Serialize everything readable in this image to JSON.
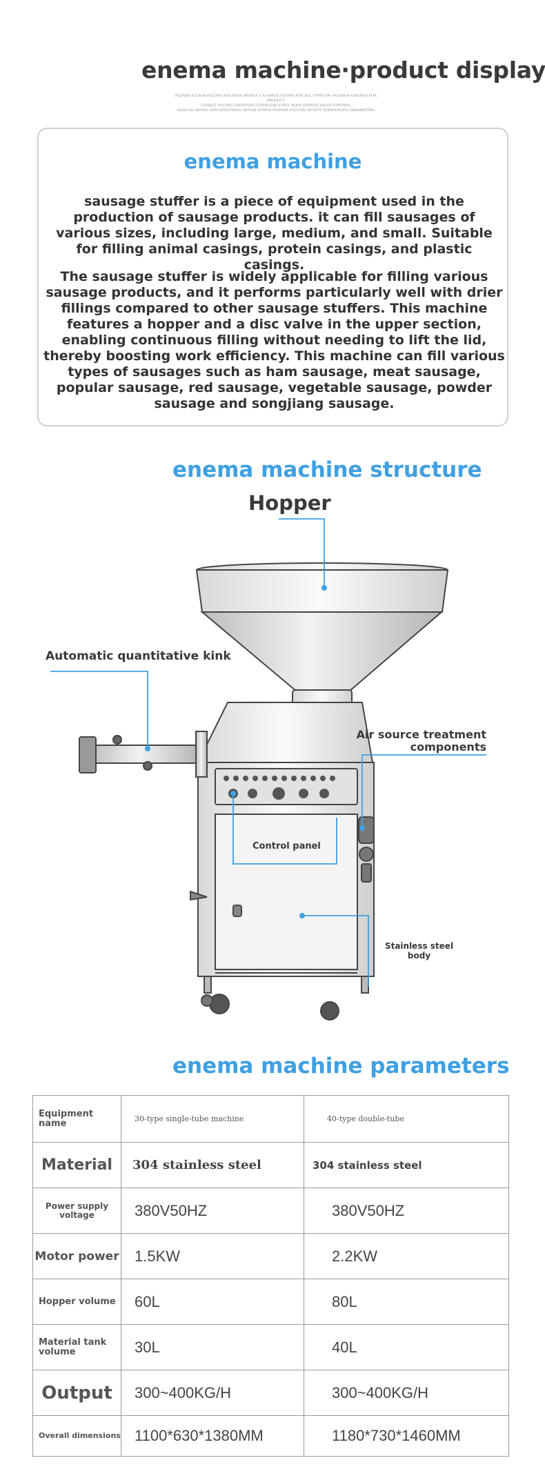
{
  "header": {
    "title": "enema machine·product display",
    "fineprint": [
      "PLEASE ACCESS FILLING MACHINE PRODUCT & APPLICATIONS FOR ALL TYPES OF SAUSAGE CASINGS FOR PRODUCT",
      "VISIBLE FILLING SMOOTHLY STAINLESS STEEL BODY HOPPER VALVE CONTROL",
      "MANUAL DETAIL SPECIFICATIONS MOTOR POWER HOPPER VOLUME OUTPUT DIMENSIONS PARAMETERS"
    ]
  },
  "intro": {
    "heading": "enema machine",
    "paragraph1": "sausage stuffer is a piece of equipment used in the production of sausage products. it can fill sausages of various sizes, including large, medium, and small. Suitable for filling animal casings, protein casings, and plastic casings.",
    "paragraph2": "The sausage stuffer is widely applicable for filling various sausage products, and it performs particularly well with drier fillings compared to other sausage stuffers. This machine features a hopper and a disc valve in the upper section, enabling continuous filling without needing to lift the lid, thereby boosting work efficiency. This machine can fill various types of sausages such as ham sausage, meat sausage, popular sausage, red sausage, vegetable sausage, powder sausage and songjiang sausage."
  },
  "structure": {
    "heading": "enema machine structure",
    "hopper": "Hopper",
    "kink": "Automatic quantitative kink",
    "air_source": "Air source treatment components",
    "control_panel": "Control panel",
    "body": "Stainless steel body",
    "accent_color": "#3fa0e2"
  },
  "parameters": {
    "heading": "enema machine parameters",
    "header_row": {
      "label": "Equipment name",
      "model_a": "30-type single-tube machine",
      "model_b": "40-type double-tube"
    },
    "rows": [
      {
        "label": "Material",
        "a": "304 stainless steel",
        "b": "304 stainless steel"
      },
      {
        "label": "Power supply voltage",
        "a": "380V50HZ",
        "b": "380V50HZ"
      },
      {
        "label": "Motor power",
        "a": "1.5KW",
        "b": "2.2KW"
      },
      {
        "label": "Hopper volume",
        "a": "60L",
        "b": "80L"
      },
      {
        "label": "Material tank volume",
        "a": "30L",
        "b": "40L"
      },
      {
        "label": "Output",
        "a": "300~400KG/H",
        "b": "300~400KG/H"
      },
      {
        "label": "Overall dimensions",
        "a": "1100*630*1380MM",
        "b": "1180*730*1460MM"
      }
    ]
  }
}
